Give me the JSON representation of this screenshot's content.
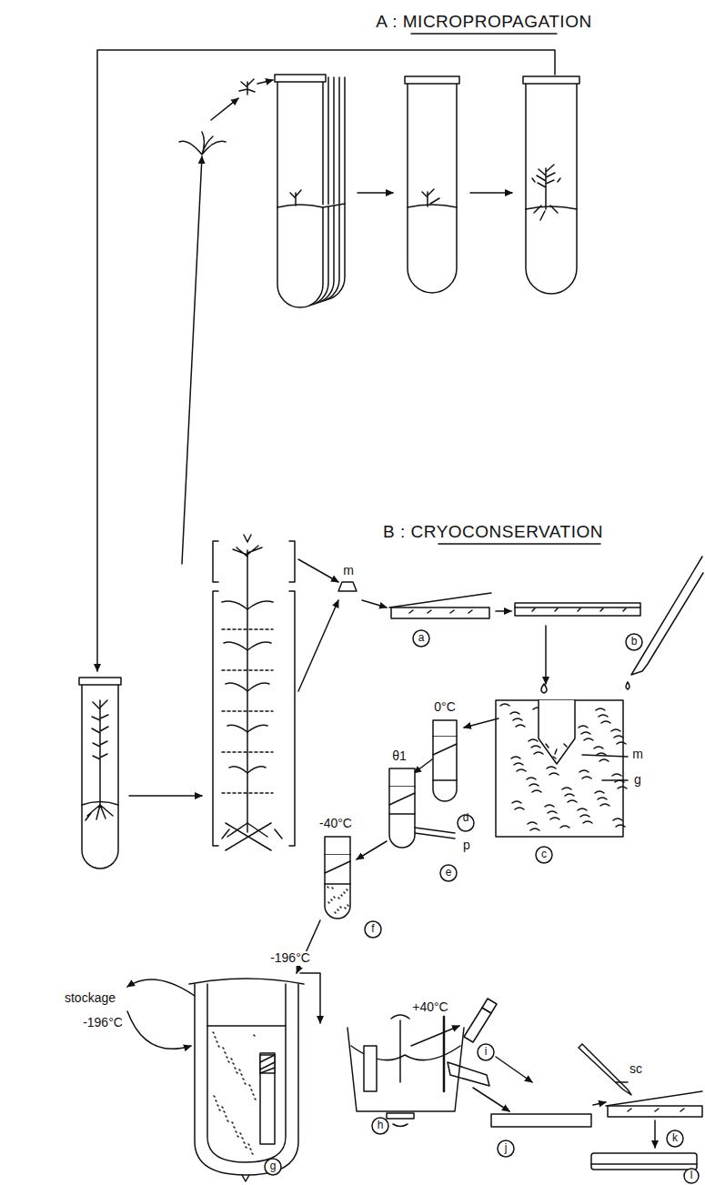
{
  "diagram": {
    "labels": [
      "A : MICROPROPAGATION",
      "B : CRYOCONSERVATION",
      "m",
      "a",
      "b",
      "0°C",
      "m",
      "g",
      "c",
      "d",
      "θ1",
      "e",
      "p",
      "-40°C",
      "f",
      "-196°C",
      "stockage",
      "-196°C",
      "g",
      "+40°C",
      "h",
      "i",
      "sc",
      "j",
      "k",
      "l"
    ]
  }
}
